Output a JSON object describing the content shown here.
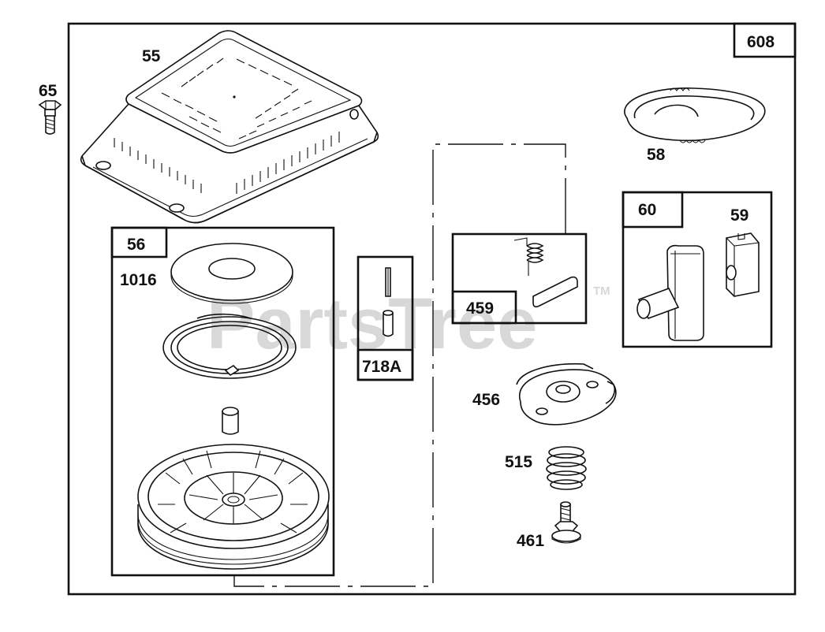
{
  "watermark": {
    "text": "PartsTree",
    "tm": "TM"
  },
  "labels": {
    "assembly": "608",
    "p55": "55",
    "p65": "65",
    "p58": "58",
    "p56": "56",
    "p1016": "1016",
    "p718a": "718A",
    "p459": "459",
    "p60": "60",
    "p59": "59",
    "p456": "456",
    "p515": "515",
    "p461": "461"
  }
}
